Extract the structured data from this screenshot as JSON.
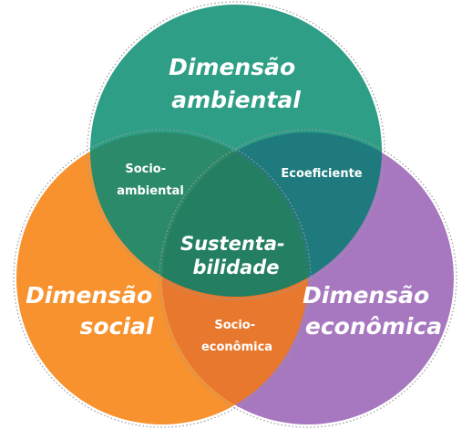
{
  "diagram": {
    "circles": {
      "ambiental": {
        "label_lines": [
          "Dimensão",
          "ambiental"
        ],
        "color": "#2E9E86"
      },
      "social": {
        "label_lines": [
          "Dimensão",
          "social"
        ],
        "color": "#F7922F"
      },
      "economica": {
        "label_lines": [
          "Dimensão",
          "econômica"
        ],
        "color": "#A778C0"
      }
    },
    "overlaps": {
      "socioambiental": {
        "label_lines": [
          "Socio-",
          "ambiental"
        ],
        "color": "#2A8A6A"
      },
      "ecoeficiente": {
        "label_lines": [
          "Ecoeficiente"
        ],
        "color": "#1F7A7E"
      },
      "socioeconomica": {
        "label_lines": [
          "Socio-",
          "econômica"
        ],
        "color": "#E8782E"
      },
      "sustentabilidade": {
        "label_lines": [
          "Sustenta-",
          "bilidade"
        ],
        "color": "#237E62"
      }
    },
    "outline_color": "#9A9A9A"
  }
}
